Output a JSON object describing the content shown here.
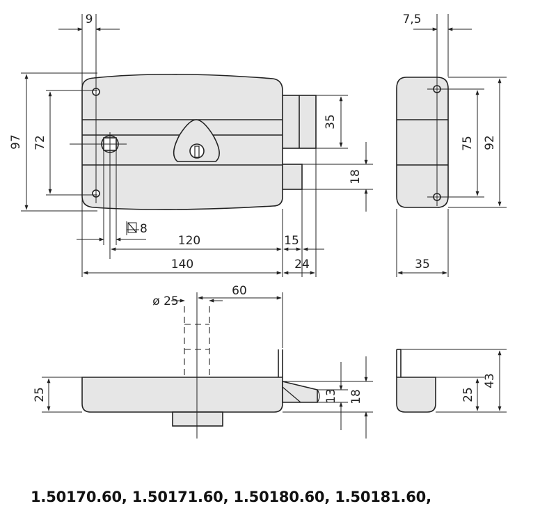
{
  "dimensions": {
    "front_hole_offset": "9",
    "overall_height": "97",
    "hole_spacing": "72",
    "spindle_square": "8",
    "bolt_housing_height": "35",
    "bolt_width": "18",
    "width_120": "120",
    "width_15": "15",
    "overall_width": "140",
    "bolt_projection": "24",
    "side_hole_offset": "7,5",
    "side_hole_spacing": "75",
    "side_height": "92",
    "side_depth": "35",
    "cylinder_diameter": "ø 25",
    "backset": "60",
    "case_depth": "25",
    "bolt_throw": "13",
    "bolt_height_bottom": "18",
    "side_depth_bottom": "25",
    "overall_depth": "43"
  },
  "caption": "1.50170.60, 1.50171.60, 1.50180.60, 1.50181.60,",
  "colors": {
    "body_fill": "#e6e6e6",
    "line": "#222222"
  }
}
